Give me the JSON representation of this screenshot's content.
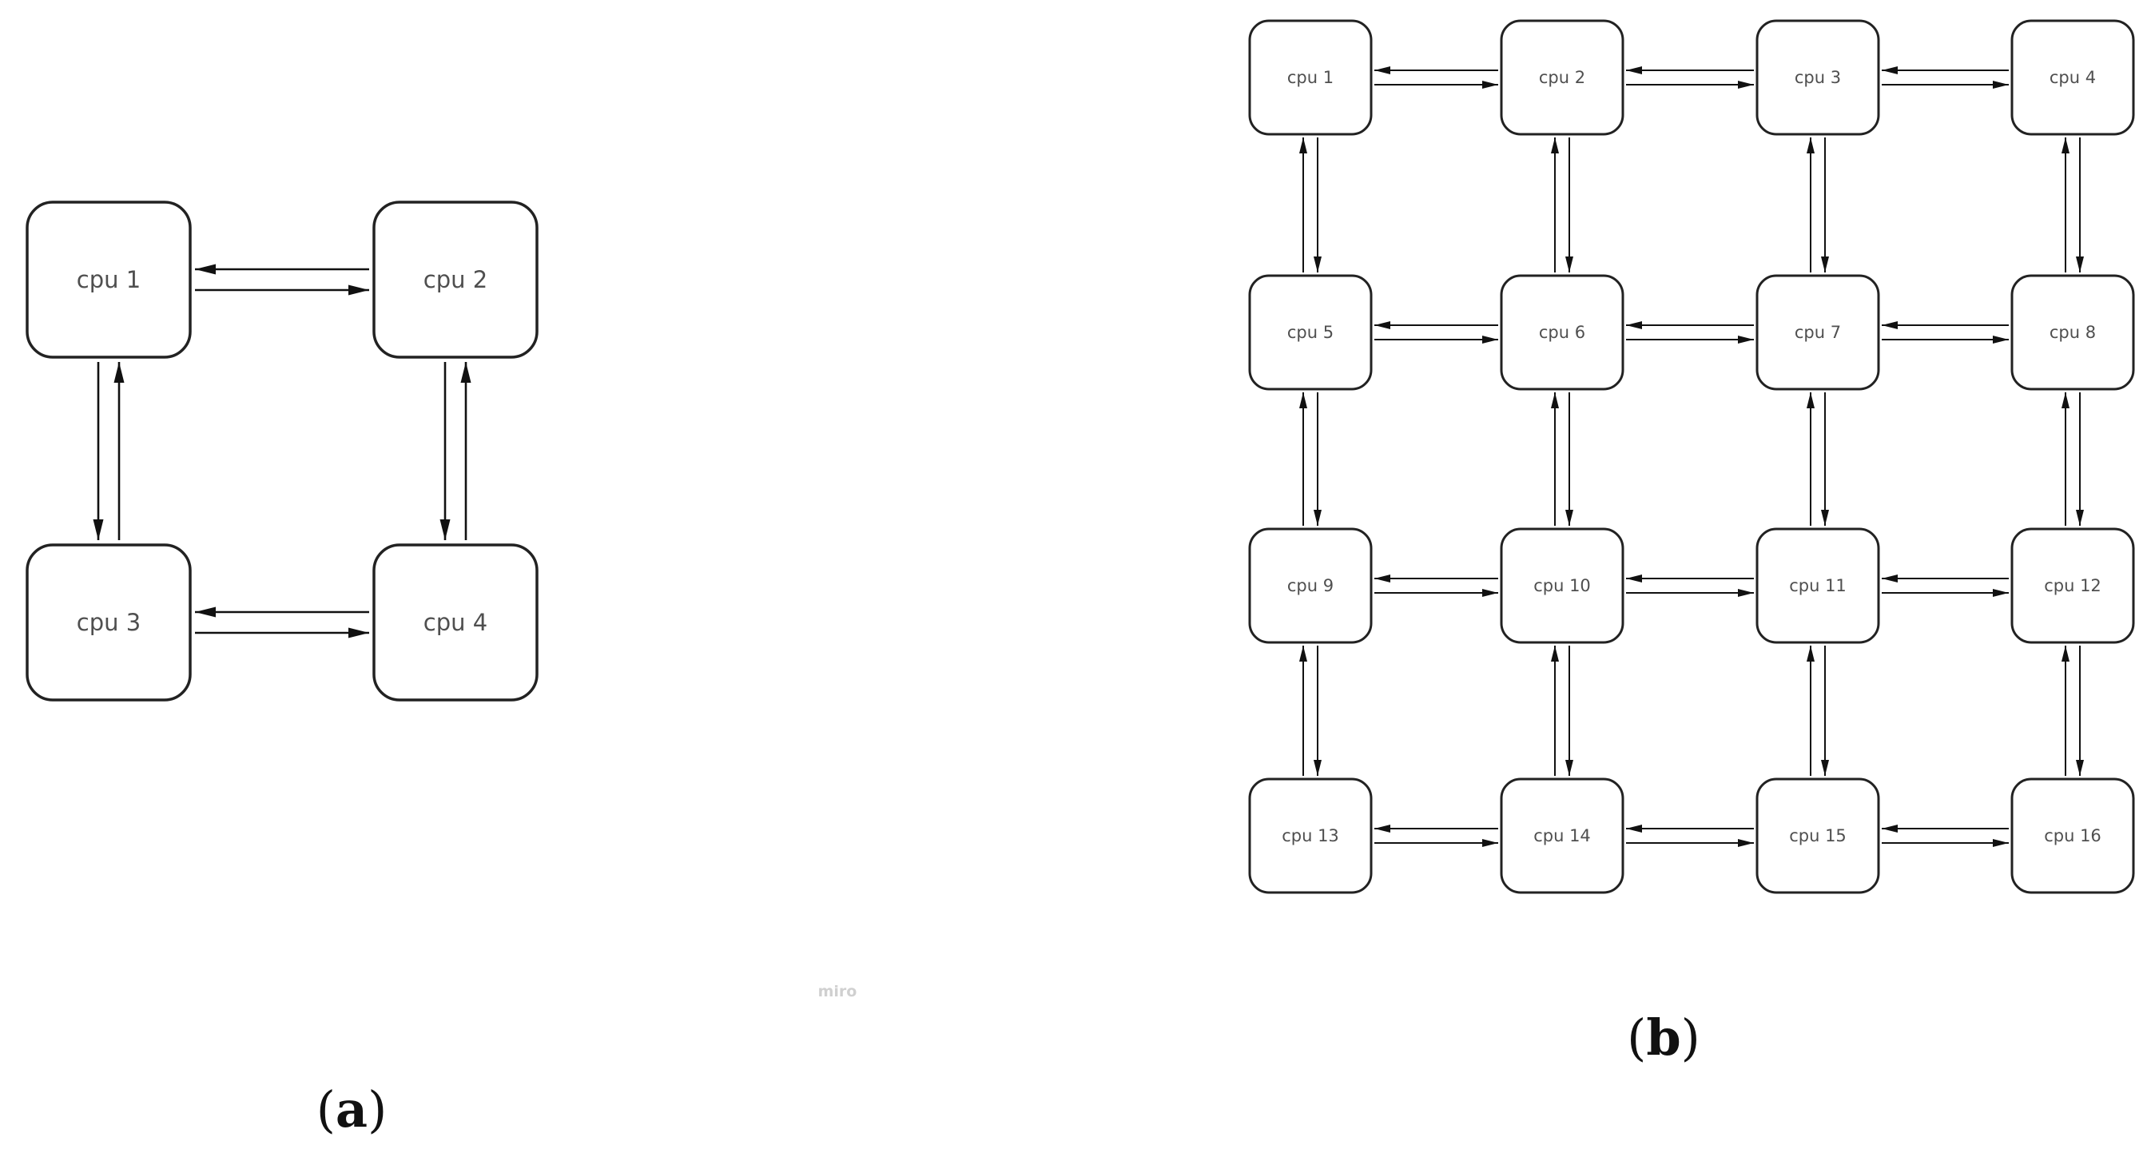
{
  "panel_a": {
    "caption": "(a)",
    "caption_letter": "a",
    "watermark": "miro",
    "nodes": [
      {
        "id": "a1",
        "label": "cpu 1"
      },
      {
        "id": "a2",
        "label": "cpu 2"
      },
      {
        "id": "a3",
        "label": "cpu 3"
      },
      {
        "id": "a4",
        "label": "cpu 4"
      }
    ],
    "edges": [
      {
        "from": "cpu 1",
        "to": "cpu 2",
        "bidirectional": true
      },
      {
        "from": "cpu 1",
        "to": "cpu 3",
        "bidirectional": true
      },
      {
        "from": "cpu 2",
        "to": "cpu 4",
        "bidirectional": true
      },
      {
        "from": "cpu 3",
        "to": "cpu 4",
        "bidirectional": true
      }
    ]
  },
  "panel_b": {
    "caption": "(b)",
    "caption_letter": "b",
    "nodes": [
      {
        "id": "b1",
        "label": "cpu 1"
      },
      {
        "id": "b2",
        "label": "cpu 2"
      },
      {
        "id": "b3",
        "label": "cpu 3"
      },
      {
        "id": "b4",
        "label": "cpu 4"
      },
      {
        "id": "b5",
        "label": "cpu 5"
      },
      {
        "id": "b6",
        "label": "cpu 6"
      },
      {
        "id": "b7",
        "label": "cpu 7"
      },
      {
        "id": "b8",
        "label": "cpu 8"
      },
      {
        "id": "b9",
        "label": "cpu 9"
      },
      {
        "id": "b10",
        "label": "cpu 10"
      },
      {
        "id": "b11",
        "label": "cpu 11"
      },
      {
        "id": "b12",
        "label": "cpu 12"
      },
      {
        "id": "b13",
        "label": "cpu 13"
      },
      {
        "id": "b14",
        "label": "cpu 14"
      },
      {
        "id": "b15",
        "label": "cpu 15"
      },
      {
        "id": "b16",
        "label": "cpu 16"
      }
    ],
    "edges": "bidirectional links between horizontally and vertically adjacent nodes in a 4x4 mesh"
  },
  "colors": {
    "node_stroke": "#222222",
    "node_fill": "#ffffff",
    "arrow": "#111111",
    "label": "#4f4f4f",
    "watermark": "#d0d0d0"
  }
}
